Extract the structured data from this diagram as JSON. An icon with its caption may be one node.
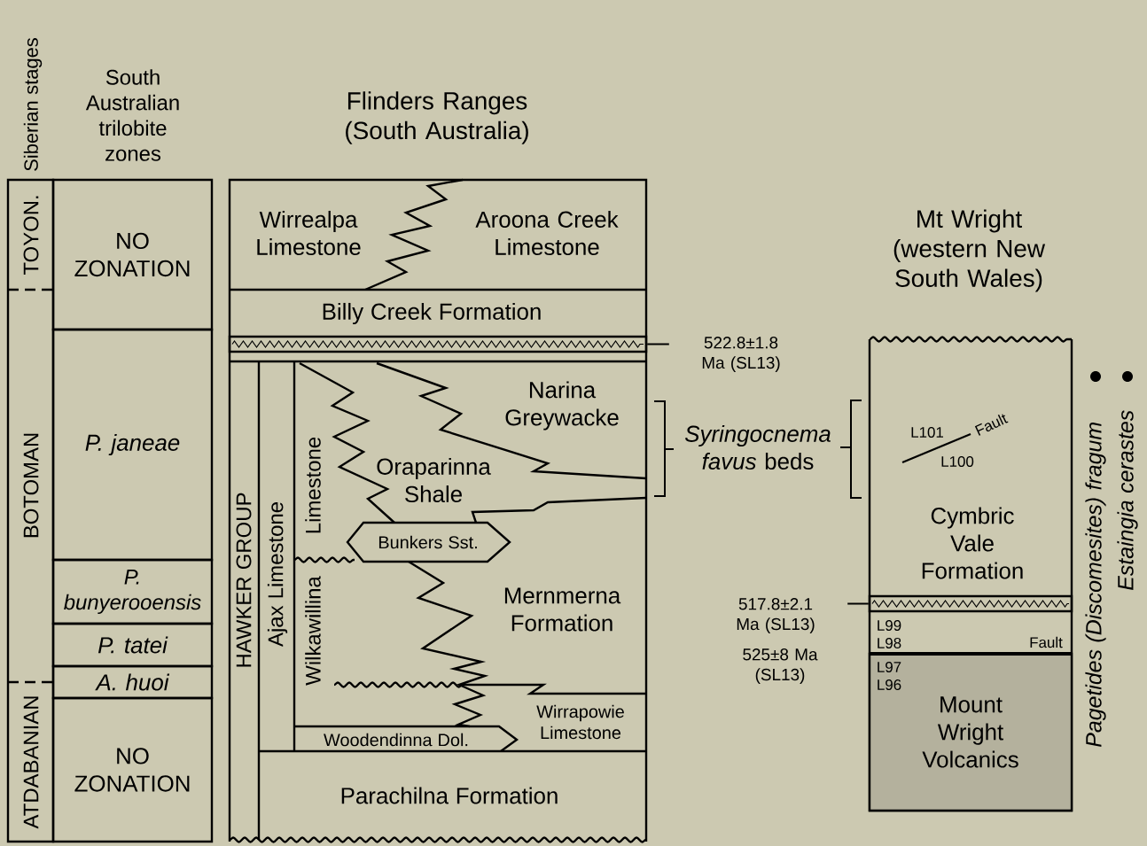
{
  "diagram": {
    "nodes": [
      {
        "text": [
          "TOYON."
        ]
      },
      {
        "text": [
          "BOTOMAN"
        ]
      },
      {
        "text": [
          "ATDABANIAN"
        ]
      },
      {
        "text": [
          "NO ZONATION"
        ]
      },
      {
        "text": [
          "P. janeae"
        ]
      },
      {
        "text": [
          "P. bunyerooensis"
        ]
      },
      {
        "text": [
          "P. tatei"
        ]
      },
      {
        "text": [
          "A. huoi"
        ]
      },
      {
        "text": [
          "NO ZONATION"
        ]
      },
      {
        "text": [
          "Wirrealpa Limestone"
        ]
      },
      {
        "text": [
          "Aroona Creek Limestone"
        ]
      },
      {
        "text": [
          "Billy Creek Formation"
        ]
      },
      {
        "text": [],
        "shape": "bar"
      },
      {
        "text": [
          "HAWKER GROUP"
        ]
      },
      {
        "text": [
          "Ajax Limestone"
        ]
      },
      {
        "text": [
          "Limestone"
        ]
      },
      {
        "text": [
          "Narina Greywacke"
        ]
      },
      {
        "text": [
          "Oraparinna Shale"
        ]
      },
      {
        "text": [
          "Bunkers Sst."
        ]
      },
      {
        "text": [
          "Wilkawillina"
        ]
      },
      {
        "text": [
          "Mernmerna Formation"
        ]
      },
      {
        "text": [
          "Wirrapowie Limestone"
        ]
      },
      {
        "text": [
          "Woodendinna Dol."
        ]
      },
      {
        "text": [
          "Parachilna Formation"
        ]
      },
      {
        "text": [
          "522.8±1.8 Ma (SL13)"
        ]
      },
      {
        "text": [
          "Cymbric Vale Formation"
        ]
      },
      {
        "text": [],
        "shape": "bar"
      },
      {
        "text": [
          "Mount Wright Volcanics"
        ]
      },
      {
        "text": [
          "517.8±2.1 Ma (SL13)"
        ]
      }
    ],
    "edges": [
      {
        "from": 12,
        "to": 24,
        "arrow": "none"
      },
      {
        "from": 28,
        "to": 26,
        "arrow": "none"
      }
    ],
    "labels": [
      "Siberian stages",
      "South Australian trilobite zones",
      "Flinders Ranges (South Australia)",
      "Mt Wright (western New South Wales)",
      "*Syringocnema favus* beds",
      "L101",
      "Fault",
      "L100",
      "L99",
      "L98",
      "Fault",
      "525±8 Ma (SL13)",
      "L97",
      "L96",
      "Pagetides (Discomesites) fragum",
      "Estaingia cerastes"
    ]
  }
}
